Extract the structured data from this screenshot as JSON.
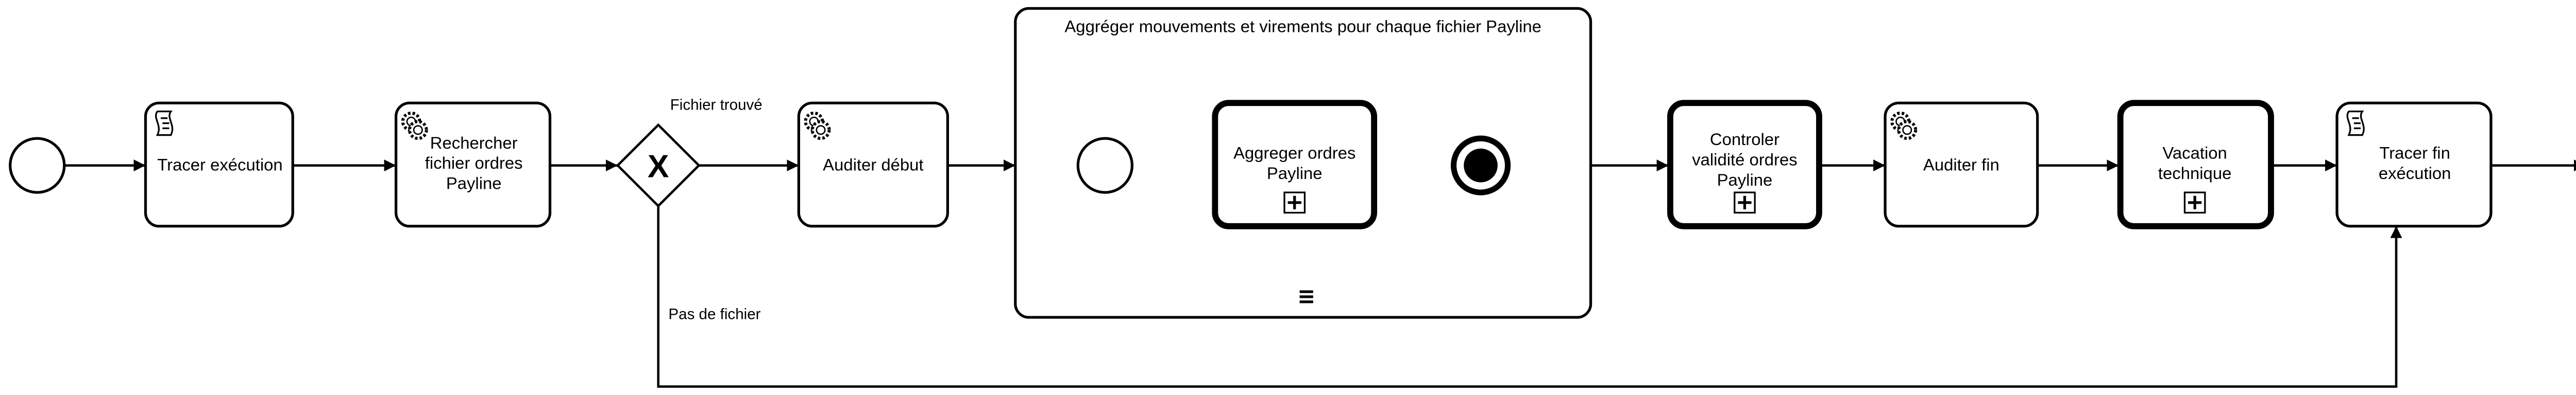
{
  "process": {
    "tasks": {
      "tracer_execution": {
        "lines": [
          "Tracer exécution"
        ],
        "icon": "script-icon"
      },
      "rechercher": {
        "lines": [
          "Rechercher",
          "fichier ordres",
          "Payline"
        ],
        "icon": "gear-icon"
      },
      "auditer_debut": {
        "lines": [
          "Auditer début"
        ],
        "icon": "gear-icon"
      },
      "controler": {
        "lines": [
          "Controler",
          "validité ordres",
          "Payline"
        ],
        "icon": "subprocess-plus-icon"
      },
      "auditer_fin": {
        "lines": [
          "Auditer fin"
        ],
        "icon": "gear-icon"
      },
      "vacation": {
        "lines": [
          "Vacation",
          "technique"
        ],
        "icon": "subprocess-plus-icon"
      },
      "tracer_fin": {
        "lines": [
          "Tracer fin",
          "exécution"
        ],
        "icon": "script-icon"
      }
    },
    "gateway": {
      "type": "exclusive",
      "marker": "X"
    },
    "flow_labels": {
      "found": "Fichier trouvé",
      "not_found": "Pas de fichier"
    },
    "subprocess": {
      "title": "Aggréger mouvements et virements pour chaque fichier Payline",
      "marker": "multi-instance-sequential-icon",
      "inner_task": {
        "lines": [
          "Aggreger ordres",
          "Payline"
        ]
      }
    }
  }
}
